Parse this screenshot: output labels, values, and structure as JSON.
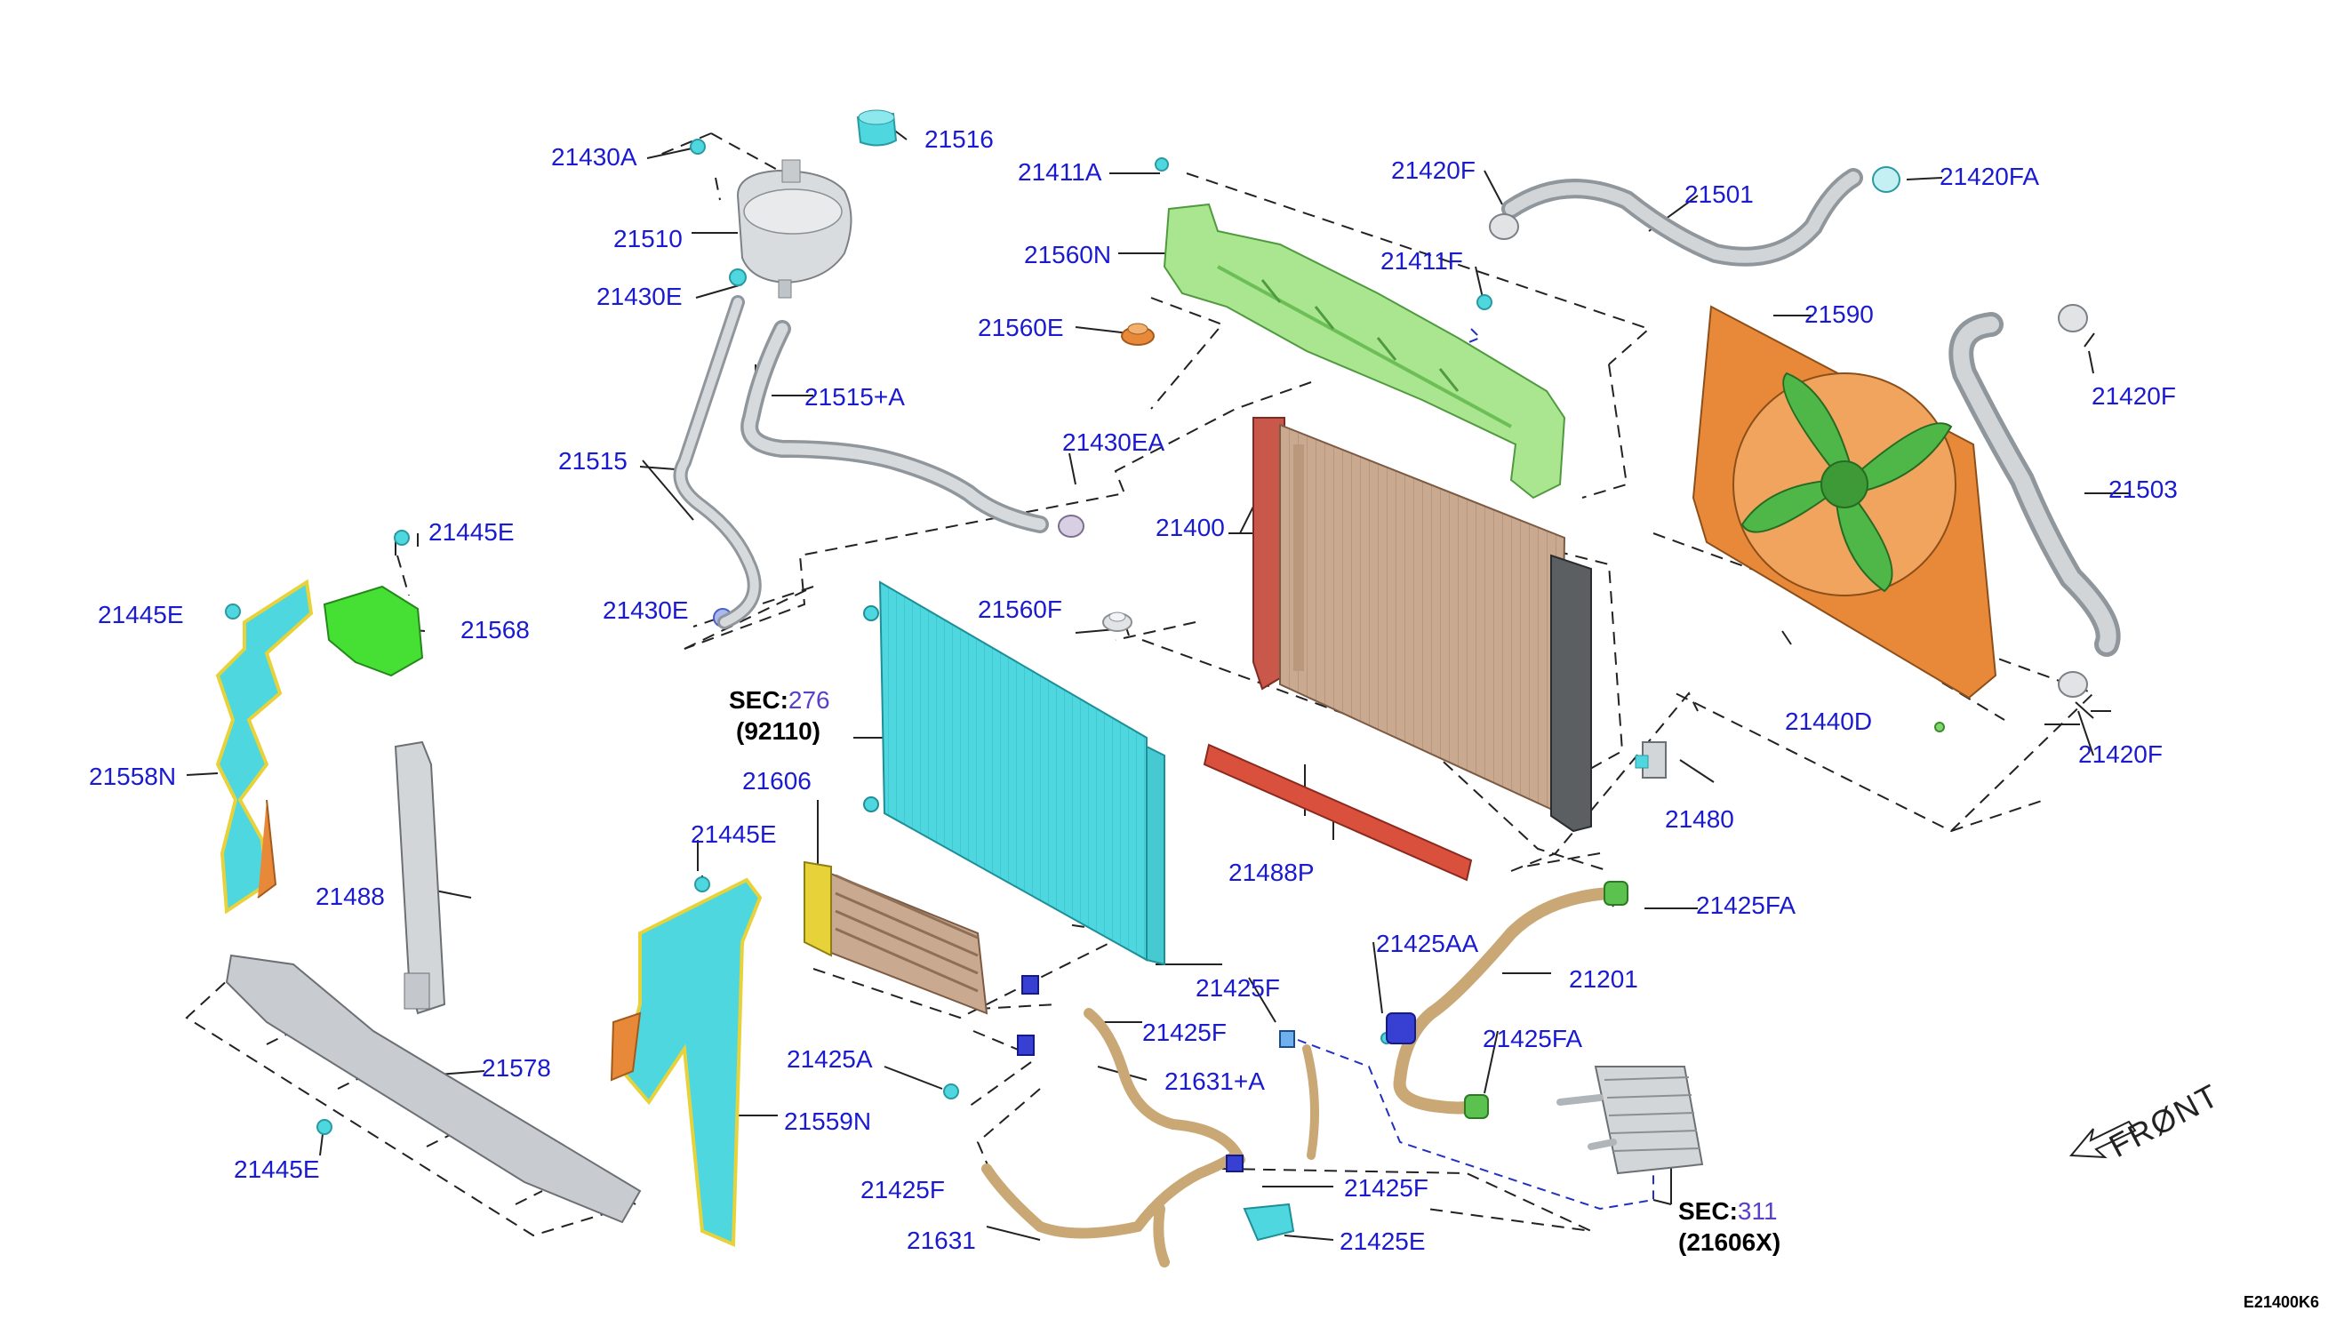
{
  "diagram_code": "E21400K6",
  "front_label": "FRØNT",
  "colors": {
    "label": "#1a1ad0",
    "cyan": "#4fd7df",
    "orange": "#e8893a",
    "green": "#7ed96a",
    "yellow": "#e8d23a",
    "radiator": "#c9aa90",
    "grey": "#c4c8cc",
    "red": "#d9503c"
  },
  "labels": {
    "l_21430A": "21430A",
    "l_21516": "21516",
    "l_21411A": "21411A",
    "l_21420F_top": "21420F",
    "l_21501": "21501",
    "l_21420FA": "21420FA",
    "l_21510": "21510",
    "l_21560N": "21560N",
    "l_21411F": "21411F",
    "l_21430E_top": "21430E",
    "l_21590": "21590",
    "l_21560E": "21560E",
    "l_21515A": "21515+A",
    "l_21420F_right": "21420F",
    "l_21430EA": "21430EA",
    "l_21515": "21515",
    "l_21503": "21503",
    "l_21400": "21400",
    "l_21445E_a": "21445E",
    "l_21445E_b": "21445E",
    "l_21568": "21568",
    "l_21430E_low": "21430E",
    "l_21560F": "21560F",
    "l_21440D": "21440D",
    "l_21420F_low": "21420F",
    "l_21558N": "21558N",
    "l_21606": "21606",
    "l_21480": "21480",
    "l_21445E_c": "21445E",
    "l_21488P": "21488P",
    "l_21488": "21488",
    "l_21425FA_top": "21425FA",
    "l_21425AA": "21425AA",
    "l_21201": "21201",
    "l_21425F_a": "21425F",
    "l_21425F_b": "21425F",
    "l_21578": "21578",
    "l_21425FA_mid": "21425FA",
    "l_21425A": "21425A",
    "l_21631A": "21631+A",
    "l_21559N": "21559N",
    "l_21445E_d": "21445E",
    "l_21425F_c": "21425F",
    "l_21425F_d": "21425F",
    "l_21631": "21631",
    "l_21425E": "21425E"
  },
  "sec_refs": {
    "a": {
      "prefix": "SEC:",
      "num": "276",
      "sub": "(92110)"
    },
    "b": {
      "prefix": "SEC:",
      "num": "311",
      "sub": "(21606X)"
    }
  }
}
